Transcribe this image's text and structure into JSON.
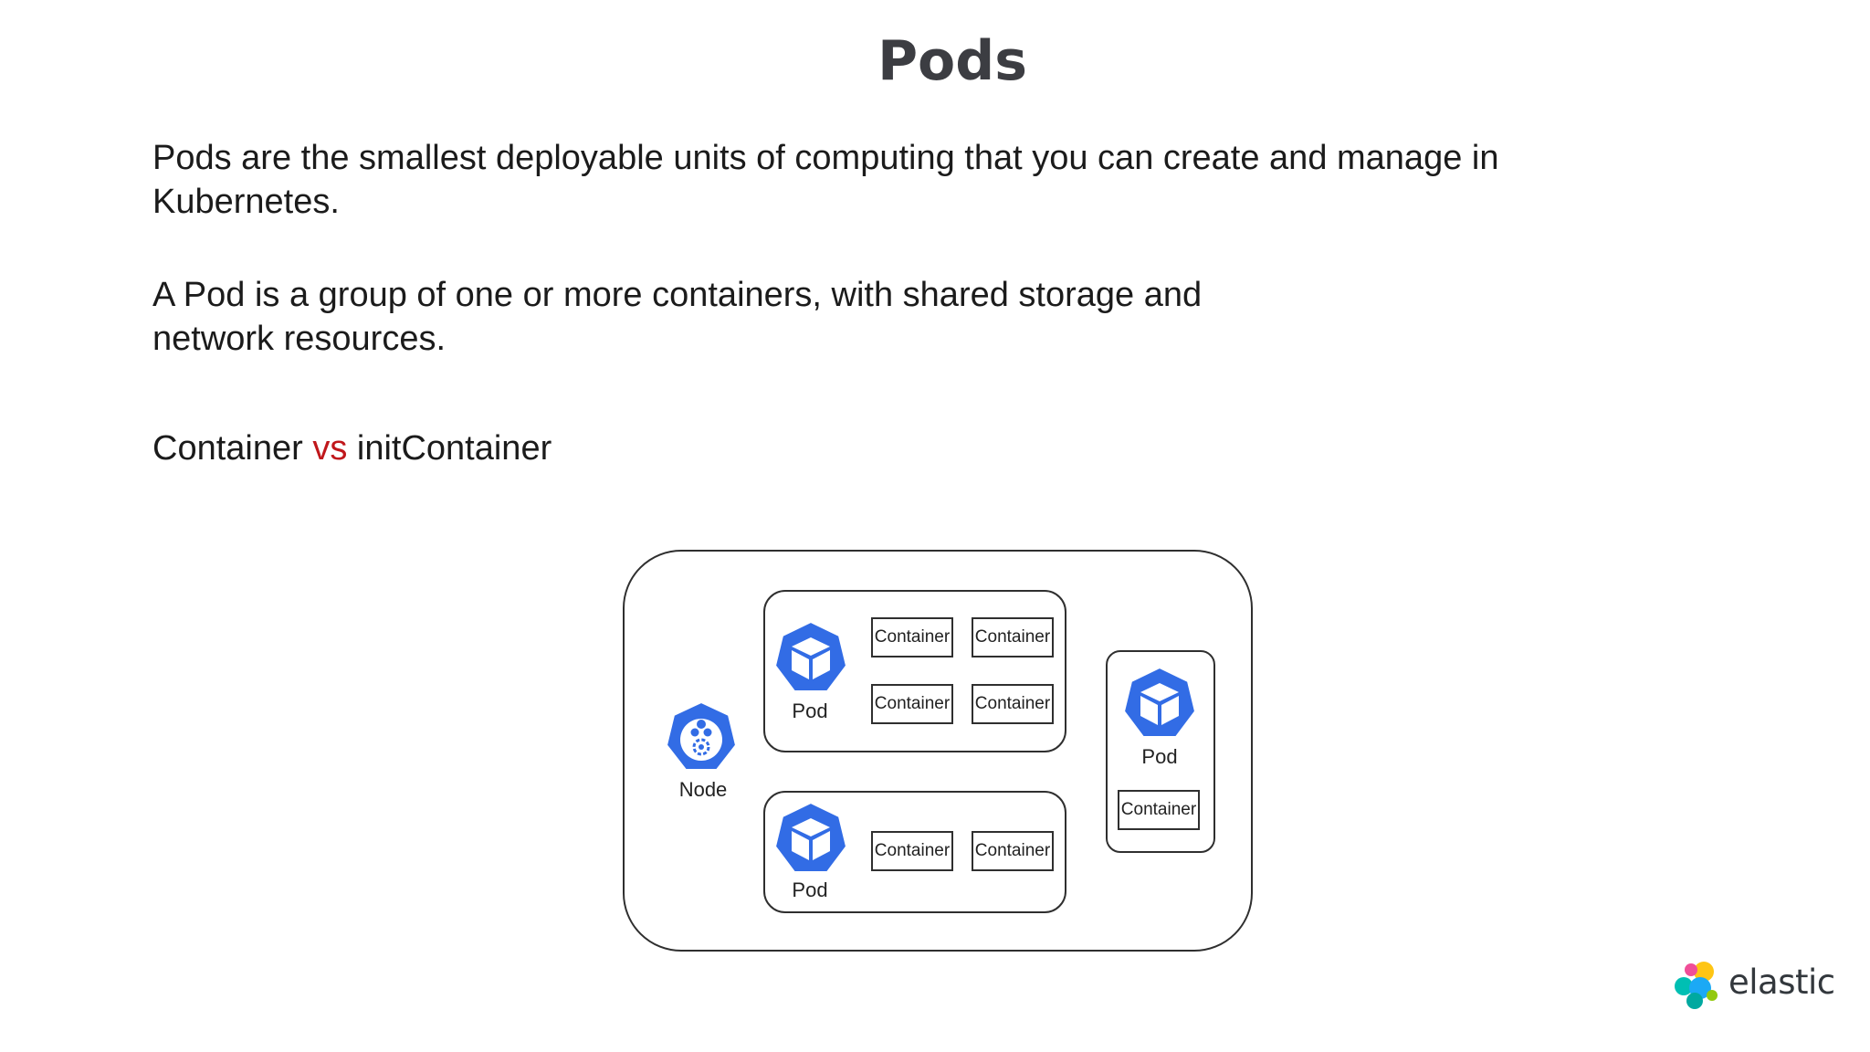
{
  "slide": {
    "title": "Pods",
    "paragraph1": "Pods are the smallest deployable units of computing that you can create and manage in Kubernetes.",
    "paragraph2": "A Pod is a group of one or more containers, with shared storage and network resources.",
    "compare": {
      "left": "Container",
      "vs": "vs",
      "right": "initContainer"
    }
  },
  "diagram": {
    "node_label": "Node",
    "pods": [
      {
        "label": "Pod",
        "containers": [
          "Container",
          "Container",
          "Container",
          "Container"
        ]
      },
      {
        "label": "Pod",
        "containers": [
          "Container",
          "Container"
        ]
      },
      {
        "label": "Pod",
        "containers": [
          "Container"
        ]
      }
    ]
  },
  "colors": {
    "k8s_blue": "#326ce5",
    "vs_red": "#c0171b",
    "title_gray": "#3c3d42"
  },
  "icons": {
    "node": "kubernetes-node-icon",
    "pod": "kubernetes-pod-icon"
  },
  "logo": {
    "text": "elastic"
  }
}
